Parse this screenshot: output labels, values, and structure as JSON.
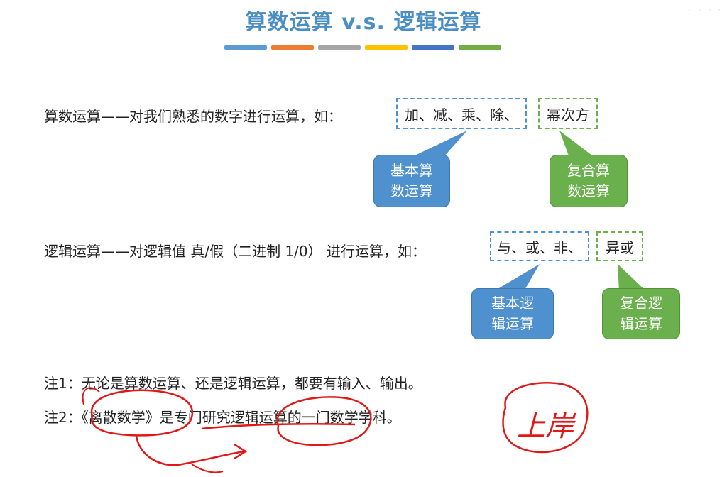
{
  "title": "算数运算  v.s. 逻辑运算",
  "divider_colors": [
    "#5b9bd5",
    "#ed7d31",
    "#a5a5a5",
    "#ffc000",
    "#4472c4",
    "#70ad47"
  ],
  "arith": {
    "prefix": "算数运算——对我们熟悉的数字进行运算，如：",
    "basic_ops": "加、减、乘、除、",
    "compound_ops": "幂次方",
    "basic_bubble": [
      "基本算",
      "数运算"
    ],
    "compound_bubble": [
      "复合算",
      "数运算"
    ]
  },
  "logic": {
    "prefix": "逻辑运算——对逻辑值 真/假（二进制 1/0） 进行运算，如：",
    "basic_ops": "与、或、非、",
    "compound_ops": "异或",
    "basic_bubble": [
      "基本逻",
      "辑运算"
    ],
    "compound_bubble": [
      "复合逻",
      "辑运算"
    ]
  },
  "note1": "注1：无论是算数运算、还是逻辑运算，都要有输入、输出。",
  "note2": "注2：《离散数学》是专门研究逻辑运算的一门数学学科。",
  "handwriting": "上岸",
  "colors": {
    "title": "#4a8ec2",
    "basic_box": "#4f91cf",
    "compound_box": "#6ab04c",
    "ink": "#e01818"
  }
}
